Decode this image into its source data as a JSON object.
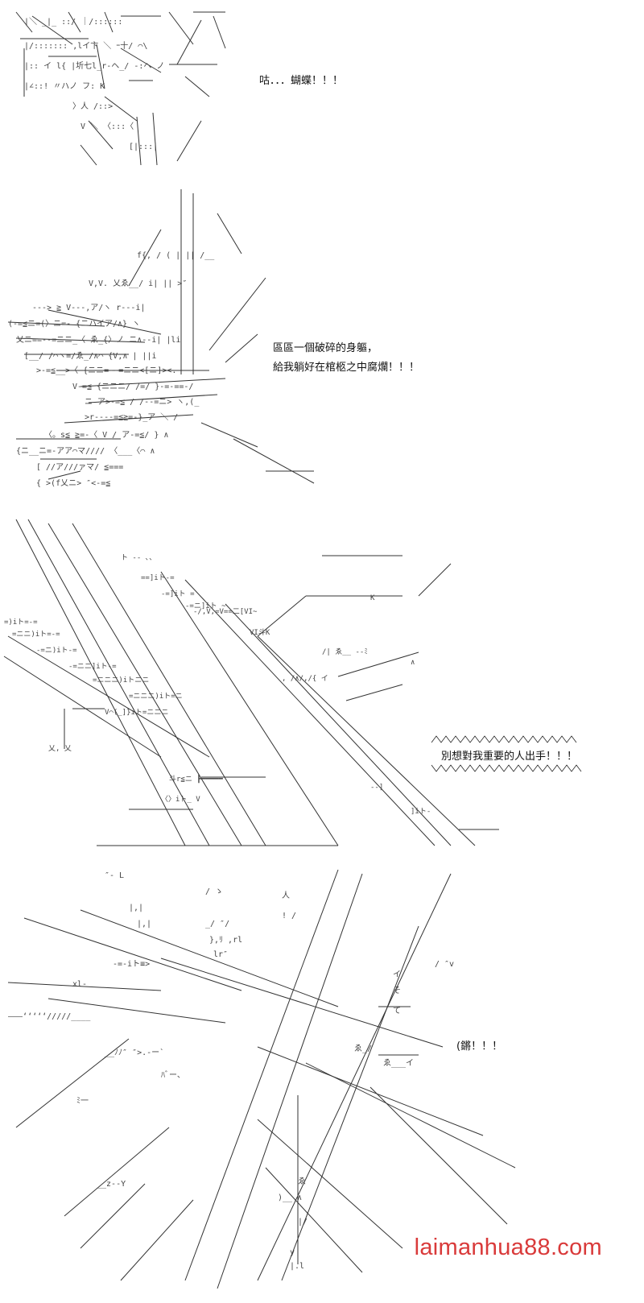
{
  "panels": [
    {
      "id": "panel-1",
      "dialogue": [
        "咕．．．蝴蝶！！！"
      ]
    },
    {
      "id": "panel-2",
      "dialogue": [
        "區區一個破碎的身軀，",
        "給我躺好在棺柩之中腐爛！！！"
      ]
    },
    {
      "id": "panel-3",
      "dialogue": [
        "別想對我重要的人出手！！！"
      ]
    },
    {
      "id": "panel-4",
      "dialogue": [
        "(鏘！！！"
      ]
    }
  ],
  "watermark": "laimanhua88.com",
  "colors": {
    "ink": "#111111",
    "watermark": "#d93a3a",
    "background": "#ffffff"
  }
}
